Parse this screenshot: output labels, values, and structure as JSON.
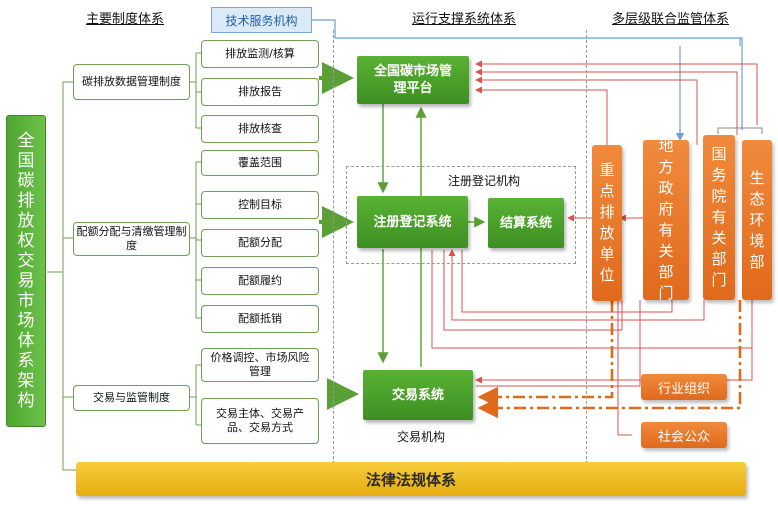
{
  "columns": {
    "col1": "主要制度体系",
    "col2": "运行支撑系统体系",
    "col3": "多层级联合监管体系"
  },
  "root_title": "全国碳排放权交易市场体系架构",
  "tech_service": "技术服务机构",
  "categories": {
    "data_mgmt": "碳排放数据管理制度",
    "quota_mgmt": "配额分配与清缴管理制度",
    "trade_mgmt": "交易与监管制度"
  },
  "items": {
    "monitor": "排放监测/核算",
    "report": "排放报告",
    "verify": "排放核查",
    "coverage": "覆盖范围",
    "target": "控制目标",
    "allocate": "配额分配",
    "comply": "配额履约",
    "offset": "配额抵销",
    "price": "价格调控、市场风险管理",
    "trade_subject": "交易主体、交易产品、交易方式"
  },
  "systems": {
    "platform": "全国碳市场管理平台",
    "registry_org": "注册登记机构",
    "registry": "注册登记系统",
    "settlement": "结算系统",
    "trading": "交易系统",
    "trading_org": "交易机构"
  },
  "regulators": {
    "key_emitters": "重点排放单位",
    "local_gov": "地方政府有关部门",
    "state_council": "国务院有关部门",
    "eco_env": "生态环境部",
    "industry_org": "行业组织",
    "public": "社会公众"
  },
  "footer": "法律法规体系",
  "colors": {
    "green": "#4a9f2a",
    "orange": "#e8782a",
    "footer_bar": "#f2bf1a",
    "root_bg": "#5bb53a",
    "blue_line": "#6fa0d0",
    "red_line": "#d9534f"
  }
}
